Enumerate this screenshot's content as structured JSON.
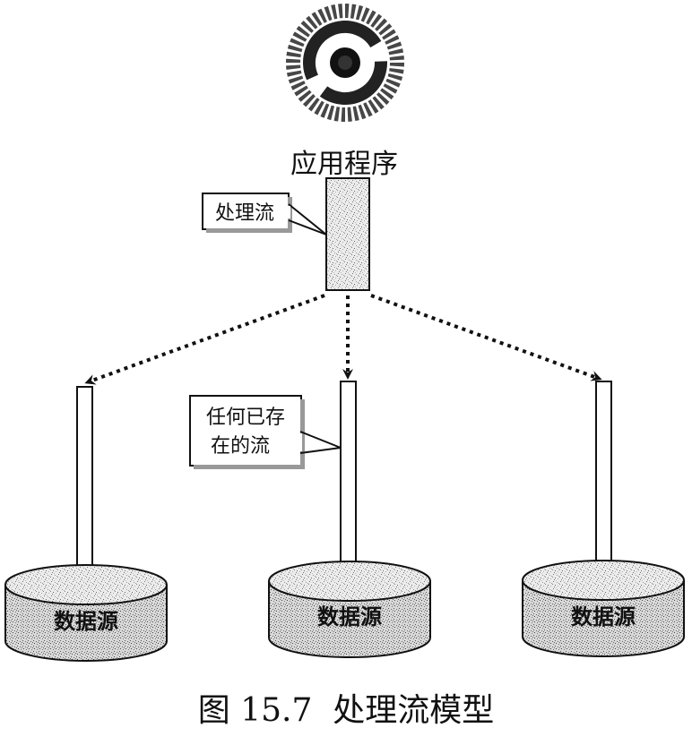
{
  "app": {
    "title": "应用程序",
    "icon": "gear-disc-icon"
  },
  "process_stream": {
    "callout": "处理流"
  },
  "existing_stream": {
    "callout_line1": "任何已存",
    "callout_line2": "在的流"
  },
  "data_sources": [
    {
      "label": "数据源"
    },
    {
      "label": "数据源"
    },
    {
      "label": "数据源"
    }
  ],
  "caption": "图 15.7  处理流模型",
  "colors": {
    "ink": "#111111",
    "speckle_bg": "#e9e9e9",
    "paper": "#ffffff"
  }
}
